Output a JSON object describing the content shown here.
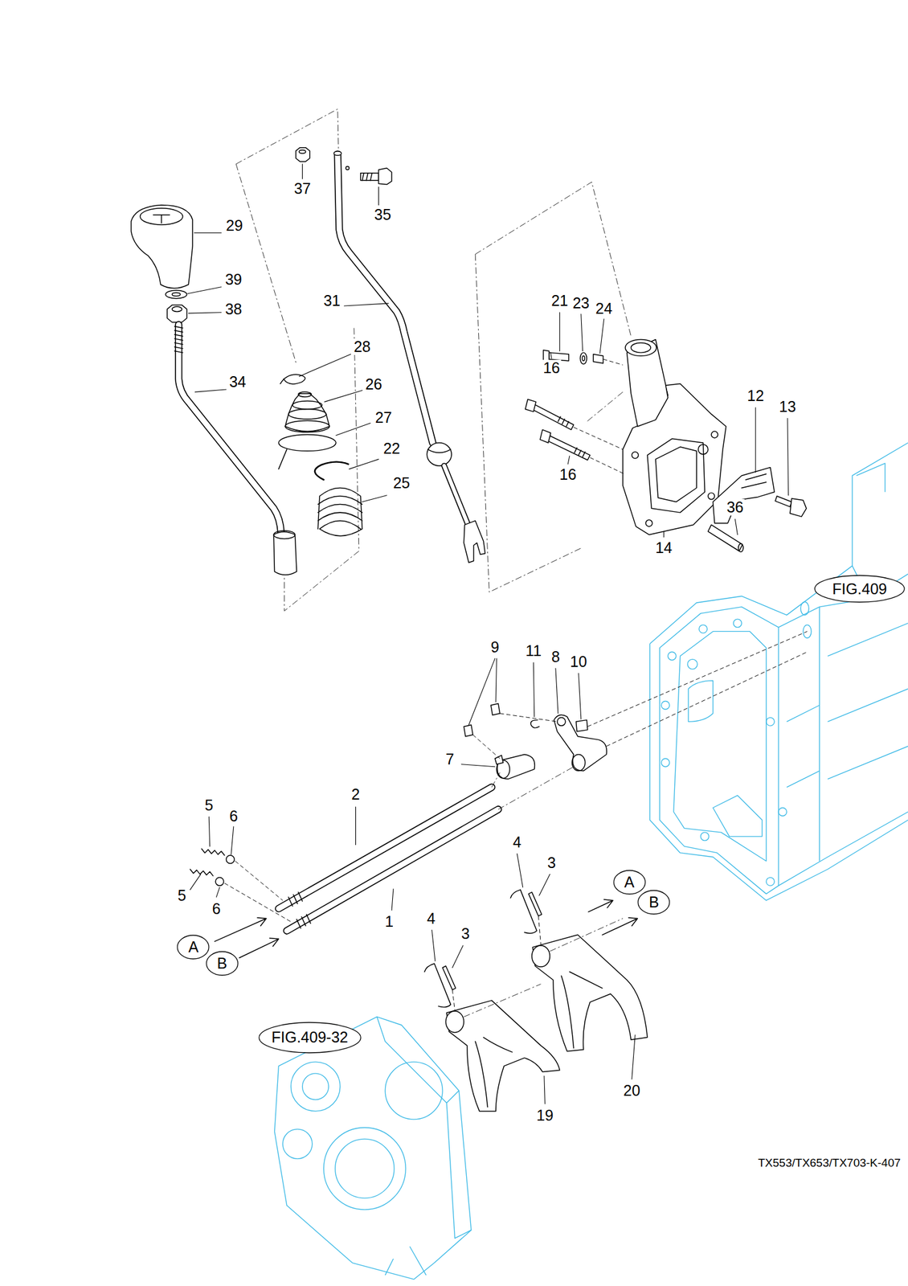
{
  "diagram": {
    "nodes": [
      {
        "text": [
          "FIG.409"
        ]
      },
      {
        "text": [
          "A"
        ]
      },
      {
        "text": [
          "B"
        ]
      },
      {
        "text": [
          "A"
        ]
      },
      {
        "text": [
          "B"
        ]
      },
      {
        "text": [
          "FIG.409-32"
        ]
      }
    ],
    "labels": [
      "37",
      "35",
      "29",
      "39",
      "21",
      "31",
      "23",
      "38",
      "24",
      "28",
      "16",
      "34",
      "26",
      "12",
      "13",
      "27",
      "22",
      "16",
      "25",
      "36",
      "14",
      "9",
      "11",
      "8",
      "10",
      "7",
      "2",
      "5",
      "6",
      "4",
      "3",
      "5",
      "6",
      "4",
      "1",
      "3",
      "20",
      "19",
      "TX553/TX653/TX703-K-407"
    ]
  }
}
